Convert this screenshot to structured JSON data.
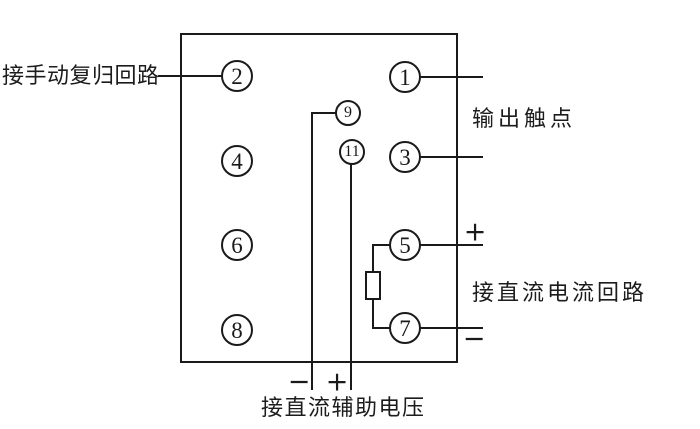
{
  "figure": {
    "terminals": {
      "t1": "1",
      "t2": "2",
      "t3": "3",
      "t4": "4",
      "t5": "5",
      "t6": "6",
      "t7": "7",
      "t8": "8",
      "t9": "9",
      "t11": "11"
    },
    "labels": {
      "manual_reset_loop": "接手动复归回路",
      "output_contacts": "输出触点",
      "dc_current_loop": "接直流电流回路",
      "dc_aux_voltage": "接直流辅助电压",
      "plus_current": "+",
      "minus_current": "−",
      "minus_aux": "−",
      "plus_aux": "+"
    },
    "colors": {
      "line": "#1a1a1a",
      "background": "#ffffff"
    }
  }
}
